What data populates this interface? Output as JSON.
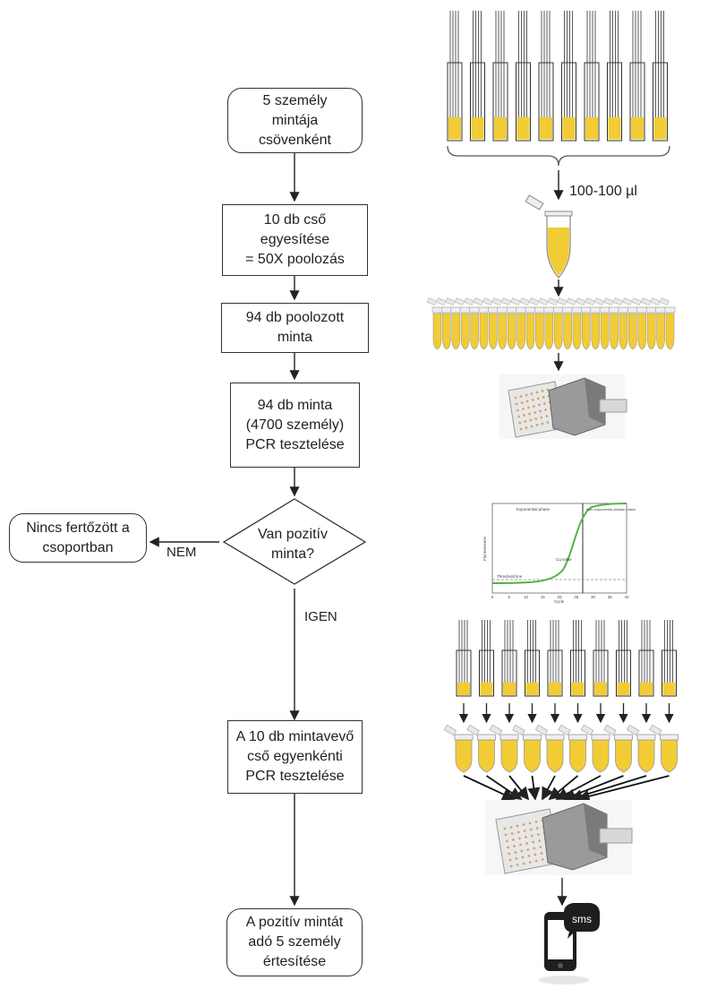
{
  "flowchart": {
    "start": "5 személy\nmintája\ncsövenként",
    "step_combine": "10 db cső\negyesítése\n= 50X poolozás",
    "step_pooled": "94 db poolozott\nminta",
    "step_pcr": "94 db minta\n(4700 személy)\nPCR tesztelése",
    "decision": "Van pozitív\nminta?",
    "no_label": "NEM",
    "no_result": "Nincs fertőzött a\ncsoportban",
    "yes_label": "IGEN",
    "step_individual": "A 10 db mintavevő\ncső egyenkénti\nPCR tesztelése",
    "end": "A pozitív mintát\nadó 5 személy\nértesítése"
  },
  "illustration": {
    "volume_label": "100-100 µl",
    "sms_label": "sms",
    "tube_count": 10,
    "pooled_tube_count": 26,
    "liquid_color": "#f2cc35",
    "pcr_plot": {
      "phase_left": "Exponential phase",
      "phase_right": "Non-exponential plateau phase",
      "ct_label": "Cq value",
      "threshold_label": "Threshold line",
      "xlabel": "Cycle",
      "ylabel": "Fluorescence",
      "x_ticks": [
        "0",
        "5",
        "10",
        "15",
        "20",
        "25",
        "30",
        "35",
        "40"
      ]
    }
  }
}
